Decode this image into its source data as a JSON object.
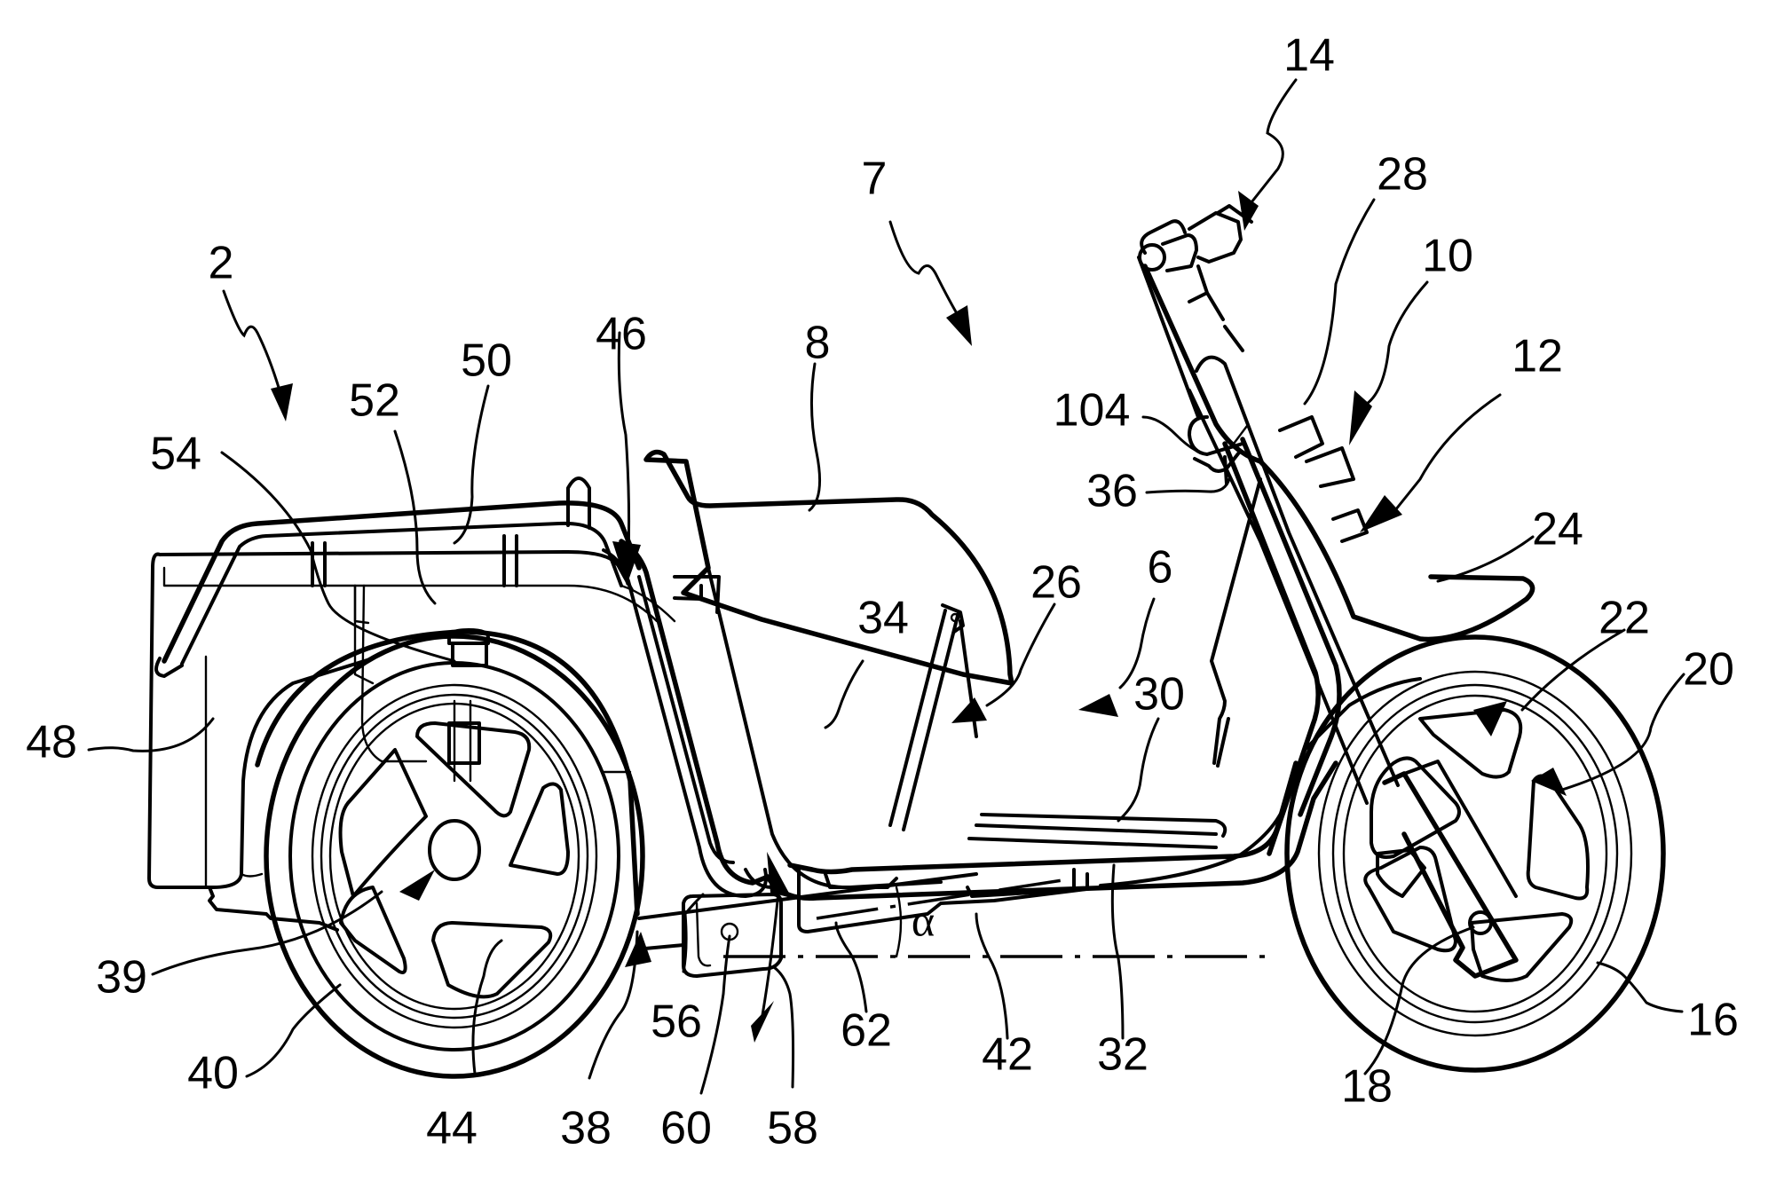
{
  "figure": {
    "type": "patent-drawing",
    "subject": "three-wheeled electric scooter, side view",
    "line_color": "#000000",
    "background": "#ffffff"
  },
  "labels": {
    "l2": "2",
    "l6": "6",
    "l7": "7",
    "l8": "8",
    "l10": "10",
    "l12": "12",
    "l14": "14",
    "l16": "16",
    "l18": "18",
    "l20": "20",
    "l22": "22",
    "l24": "24",
    "l26": "26",
    "l28": "28",
    "l30": "30",
    "l32": "32",
    "l34": "34",
    "l36": "36",
    "l38": "38",
    "l39": "39",
    "l40": "40",
    "l42": "42",
    "l44": "44",
    "l46": "46",
    "l48": "48",
    "l50": "50",
    "l52": "52",
    "l54": "54",
    "l56": "56",
    "l58": "58",
    "l60": "60",
    "l62": "62",
    "l104": "104",
    "alpha": "α"
  }
}
